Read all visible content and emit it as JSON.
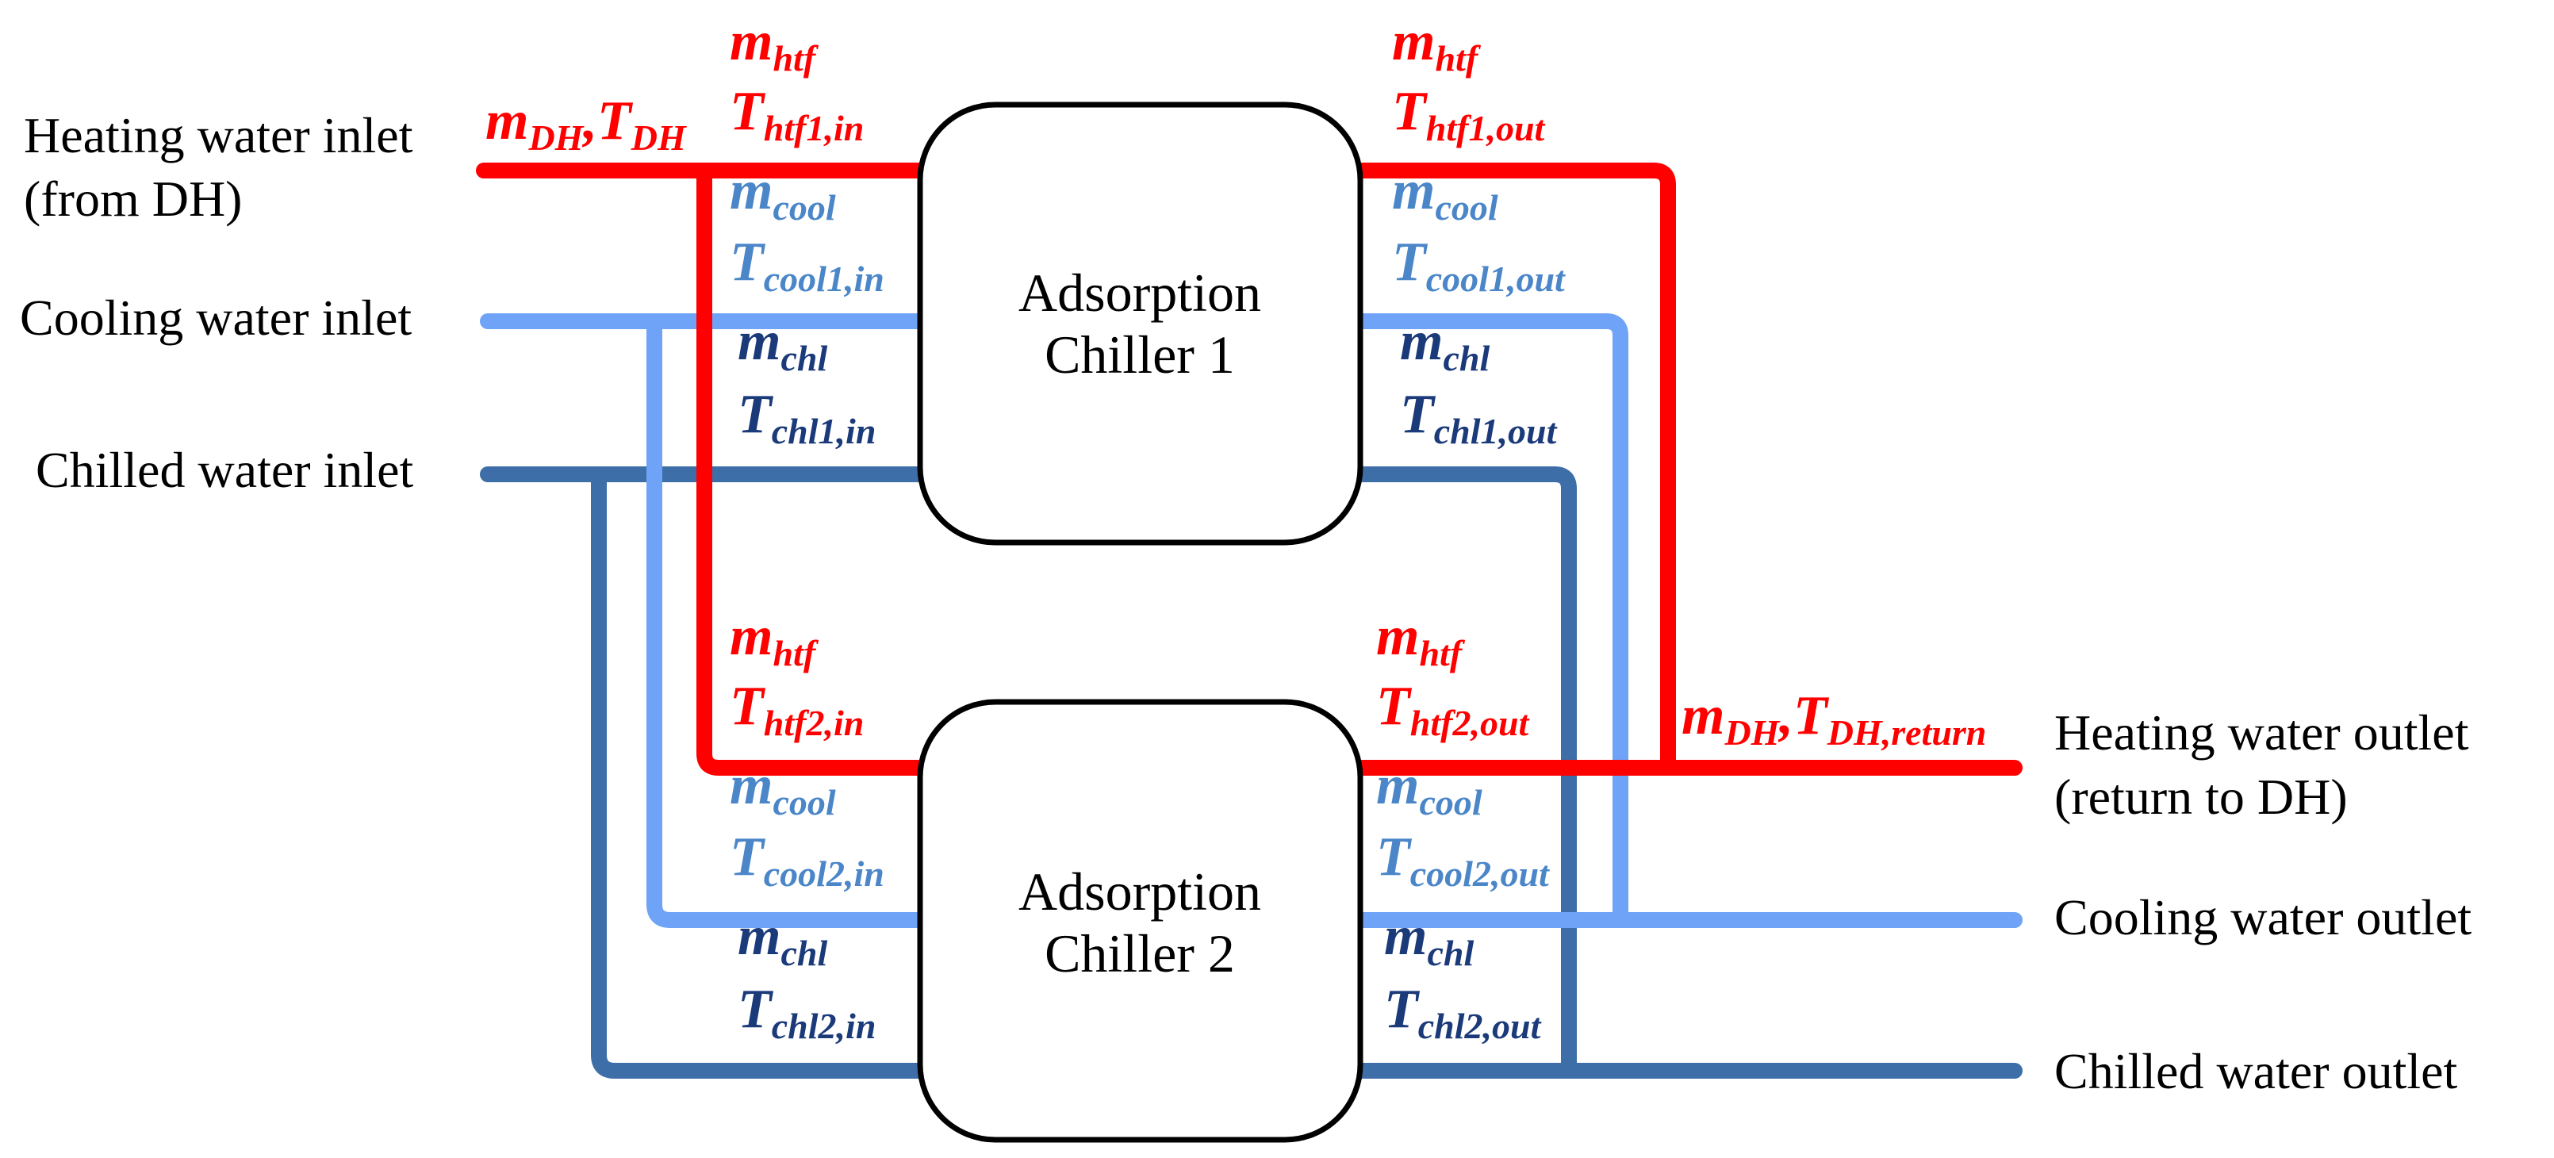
{
  "colors": {
    "heating": "#ff0000",
    "cooling": "#6fa3f7",
    "chilled": "#3d6ea8",
    "cool_label": "#4a86c8",
    "chl_label": "#1b3a7a",
    "box_stroke": "#000000"
  },
  "inlets": {
    "heating_line1": "Heating water inlet",
    "heating_line2": "(from DH)",
    "cooling": "Cooling water inlet",
    "chilled": "Chilled water inlet"
  },
  "outlets": {
    "heating_line1": "Heating water outlet",
    "heating_line2": "(return to DH)",
    "cooling": "Cooling water outlet",
    "chilled": "Chilled water outlet"
  },
  "chillers": [
    {
      "line1": "Adsorption",
      "line2": "Chiller 1"
    },
    {
      "line1": "Adsorption",
      "line2": "Chiller 2"
    }
  ],
  "stream_labels": {
    "dh_in": {
      "m": "m",
      "m_sub": "DH",
      "sep": ",",
      "t": "T",
      "t_sub": "DH"
    },
    "dh_out": {
      "m": "m",
      "m_sub": "DH",
      "sep": ",",
      "t": "T",
      "t_sub": "DH,return"
    },
    "c1_in": {
      "m_htf": {
        "main": "m",
        "sub": "htf"
      },
      "t_htf": {
        "main": "T",
        "sub": "htf1,in"
      },
      "m_cool": {
        "main": "m",
        "sub": "cool"
      },
      "t_cool": {
        "main": "T",
        "sub": "cool1,in"
      },
      "m_chl": {
        "main": "m",
        "sub": "chl"
      },
      "t_chl": {
        "main": "T",
        "sub": "chl1,in"
      }
    },
    "c1_out": {
      "m_htf": {
        "main": "m",
        "sub": "htf"
      },
      "t_htf": {
        "main": "T",
        "sub": "htf1,out"
      },
      "m_cool": {
        "main": "m",
        "sub": "cool"
      },
      "t_cool": {
        "main": "T",
        "sub": "cool1,out"
      },
      "m_chl": {
        "main": "m",
        "sub": "chl"
      },
      "t_chl": {
        "main": "T",
        "sub": "chl1,out"
      }
    },
    "c2_in": {
      "m_htf": {
        "main": "m",
        "sub": "htf"
      },
      "t_htf": {
        "main": "T",
        "sub": "htf2,in"
      },
      "m_cool": {
        "main": "m",
        "sub": "cool"
      },
      "t_cool": {
        "main": "T",
        "sub": "cool2,in"
      },
      "m_chl": {
        "main": "m",
        "sub": "chl"
      },
      "t_chl": {
        "main": "T",
        "sub": "chl2,in"
      }
    },
    "c2_out": {
      "m_htf": {
        "main": "m",
        "sub": "htf"
      },
      "t_htf": {
        "main": "T",
        "sub": "htf2,out"
      },
      "m_cool": {
        "main": "m",
        "sub": "cool"
      },
      "t_cool": {
        "main": "T",
        "sub": "cool2,out"
      },
      "m_chl": {
        "main": "m",
        "sub": "chl"
      },
      "t_chl": {
        "main": "T",
        "sub": "chl2,out"
      }
    }
  }
}
